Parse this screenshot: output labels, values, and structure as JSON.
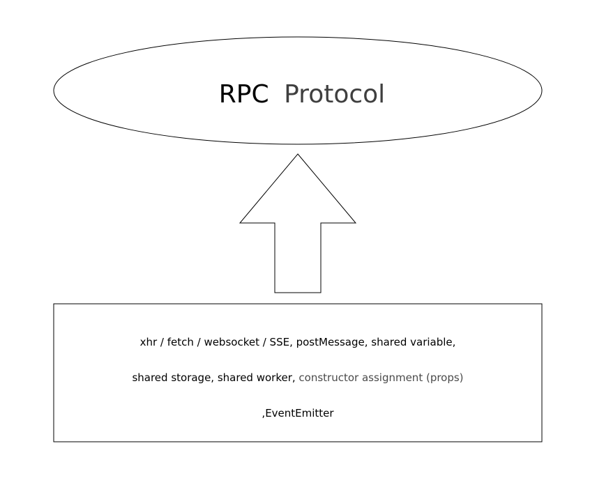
{
  "title": {
    "part1": "RPC",
    "part2": "Protocol"
  },
  "box": {
    "line1": "xhr / fetch / websocket / SSE, postMessage, shared variable,",
    "line2_a": "shared storage, shared worker, ",
    "line2_b": "constructor assignment (props)",
    "line3": ",EventEmitter"
  },
  "colors": {
    "stroke": "#000000",
    "text": "#000000",
    "muted_text": "#4a4a4a",
    "background": "#ffffff"
  }
}
